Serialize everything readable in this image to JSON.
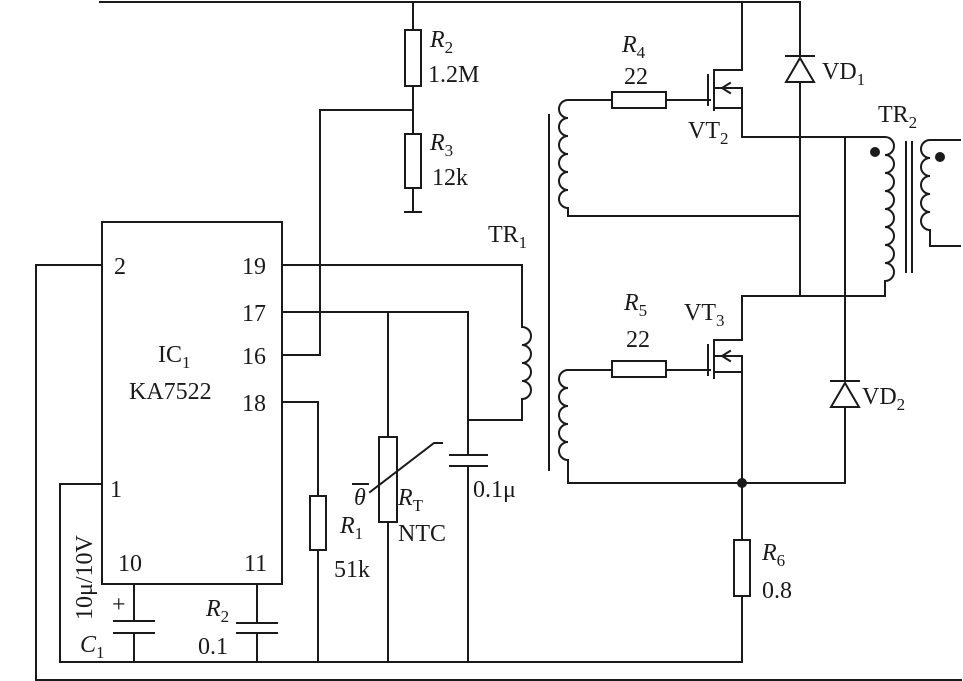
{
  "ic": {
    "name": "IC",
    "sub": "1",
    "part": "KA7522",
    "pins": {
      "p2": "2",
      "p19": "19",
      "p17": "17",
      "p16": "16",
      "p18": "18",
      "p1": "1",
      "p10": "10",
      "p11": "11"
    }
  },
  "r2_top": {
    "name": "R",
    "sub": "2",
    "value": "1.2M"
  },
  "r3": {
    "name": "R",
    "sub": "3",
    "value": "12k"
  },
  "r4": {
    "name": "R",
    "sub": "4",
    "value": "22"
  },
  "r5": {
    "name": "R",
    "sub": "5",
    "value": "22"
  },
  "r1": {
    "name": "R",
    "sub": "1",
    "value": "51k"
  },
  "rt": {
    "name": "R",
    "sub": "T",
    "value": "NTC",
    "theta": "θ"
  },
  "r2_bot": {
    "name": "R",
    "sub": "2",
    "value": "0.1"
  },
  "r6": {
    "name": "R",
    "sub": "6",
    "value": "0.8"
  },
  "c1": {
    "name": "C",
    "sub": "1",
    "value": "10μ/10V",
    "plus": "+"
  },
  "c_mid": {
    "value": "0.1μ"
  },
  "tr1": {
    "name": "TR",
    "sub": "1"
  },
  "tr2": {
    "name": "TR",
    "sub": "2"
  },
  "vt2": {
    "name": "VT",
    "sub": "2"
  },
  "vt3": {
    "name": "VT",
    "sub": "3"
  },
  "vd1": {
    "name": "VD",
    "sub": "1"
  },
  "vd2": {
    "name": "VD",
    "sub": "2"
  }
}
